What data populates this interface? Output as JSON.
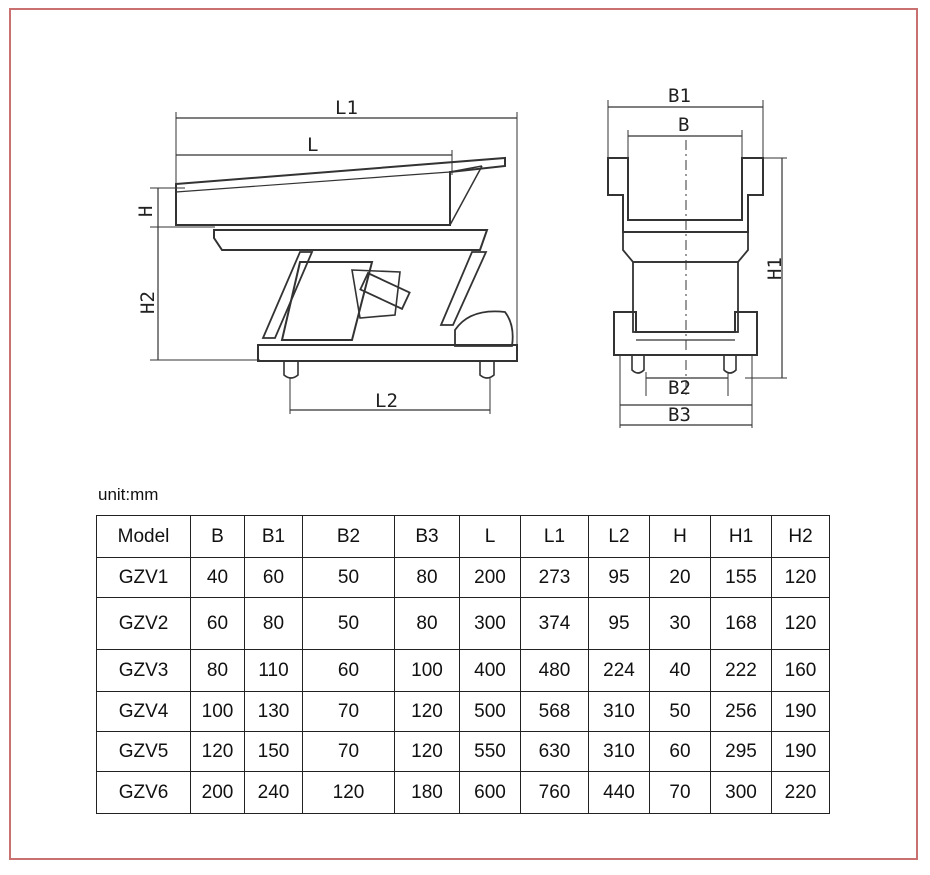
{
  "labels": {
    "side": {
      "L1": "L1",
      "L": "L",
      "H": "H",
      "H2": "H2",
      "L2": "L2"
    },
    "front": {
      "B1": "B1",
      "B": "B",
      "H1": "H1",
      "B2": "B2",
      "B3": "B3"
    }
  },
  "unit": "unit:mm",
  "table": {
    "headers": [
      "Model",
      "B",
      "B1",
      "B2",
      "B3",
      "L",
      "L1",
      "L2",
      "H",
      "H1",
      "H2"
    ],
    "rows": [
      [
        "GZV1",
        "40",
        "60",
        "50",
        "80",
        "200",
        "273",
        "95",
        "20",
        "155",
        "120"
      ],
      [
        "GZV2",
        "60",
        "80",
        "50",
        "80",
        "300",
        "374",
        "95",
        "30",
        "168",
        "120"
      ],
      [
        "GZV3",
        "80",
        "110",
        "60",
        "100",
        "400",
        "480",
        "224",
        "40",
        "222",
        "160"
      ],
      [
        "GZV4",
        "100",
        "130",
        "70",
        "120",
        "500",
        "568",
        "310",
        "50",
        "256",
        "190"
      ],
      [
        "GZV5",
        "120",
        "150",
        "70",
        "120",
        "550",
        "630",
        "310",
        "60",
        "295",
        "190"
      ],
      [
        "GZV6",
        "200",
        "240",
        "120",
        "180",
        "600",
        "760",
        "440",
        "70",
        "300",
        "220"
      ]
    ]
  },
  "colors": {
    "frame": "#c97070",
    "ink": "#222222"
  }
}
